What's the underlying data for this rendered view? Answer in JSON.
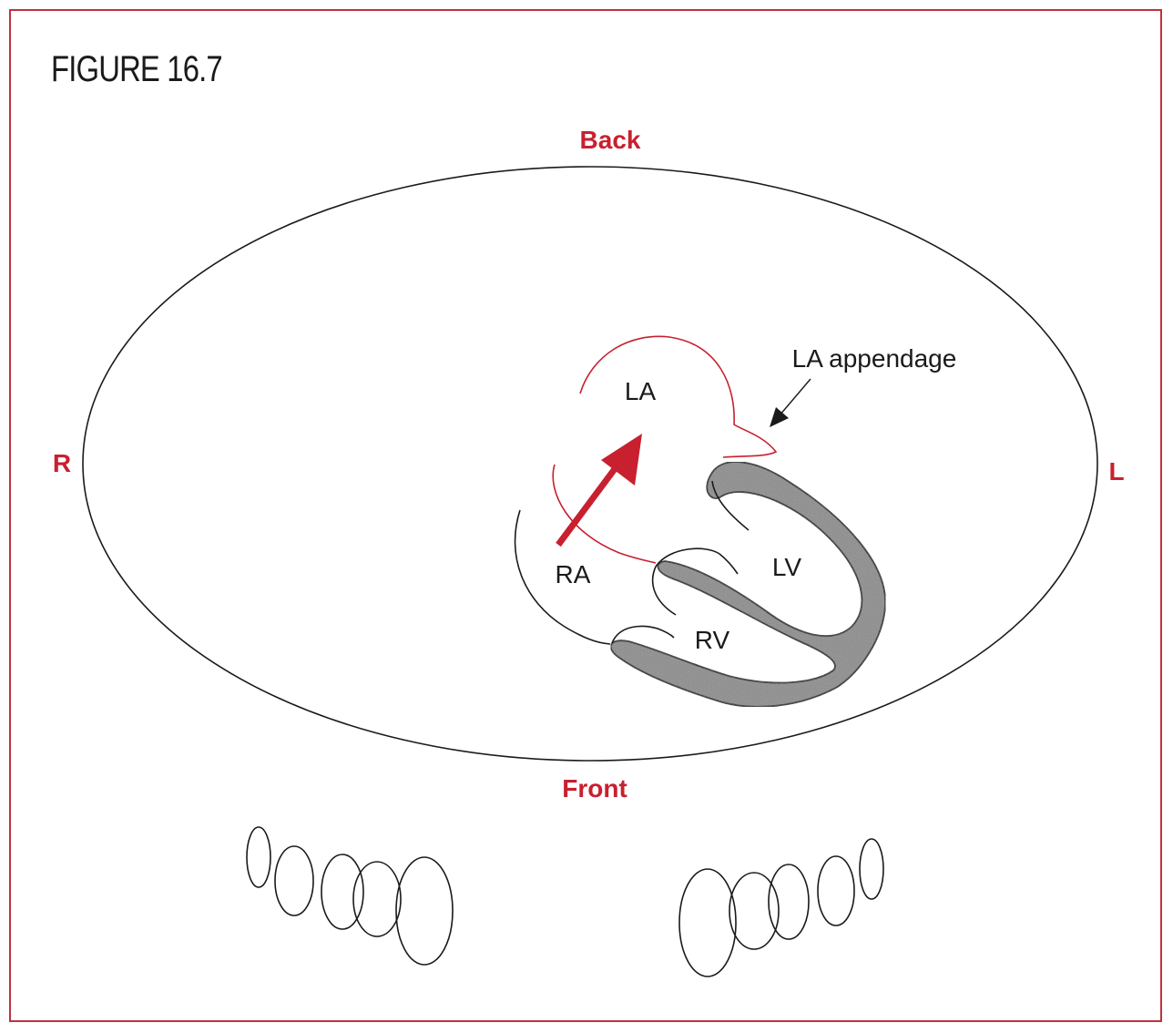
{
  "figure": {
    "title": "FIGURE 16.7"
  },
  "orientation": {
    "back": "Back",
    "front": "Front",
    "right": "R",
    "left": "L"
  },
  "chambers": {
    "la": "LA",
    "ra": "RA",
    "lv": "LV",
    "rv": "RV",
    "la_appendage": "LA appendage"
  },
  "colors": {
    "accent": "#c8202f",
    "frame": "#c0313f",
    "wall": "#8c8c8c",
    "line": "#1a1a1a"
  }
}
